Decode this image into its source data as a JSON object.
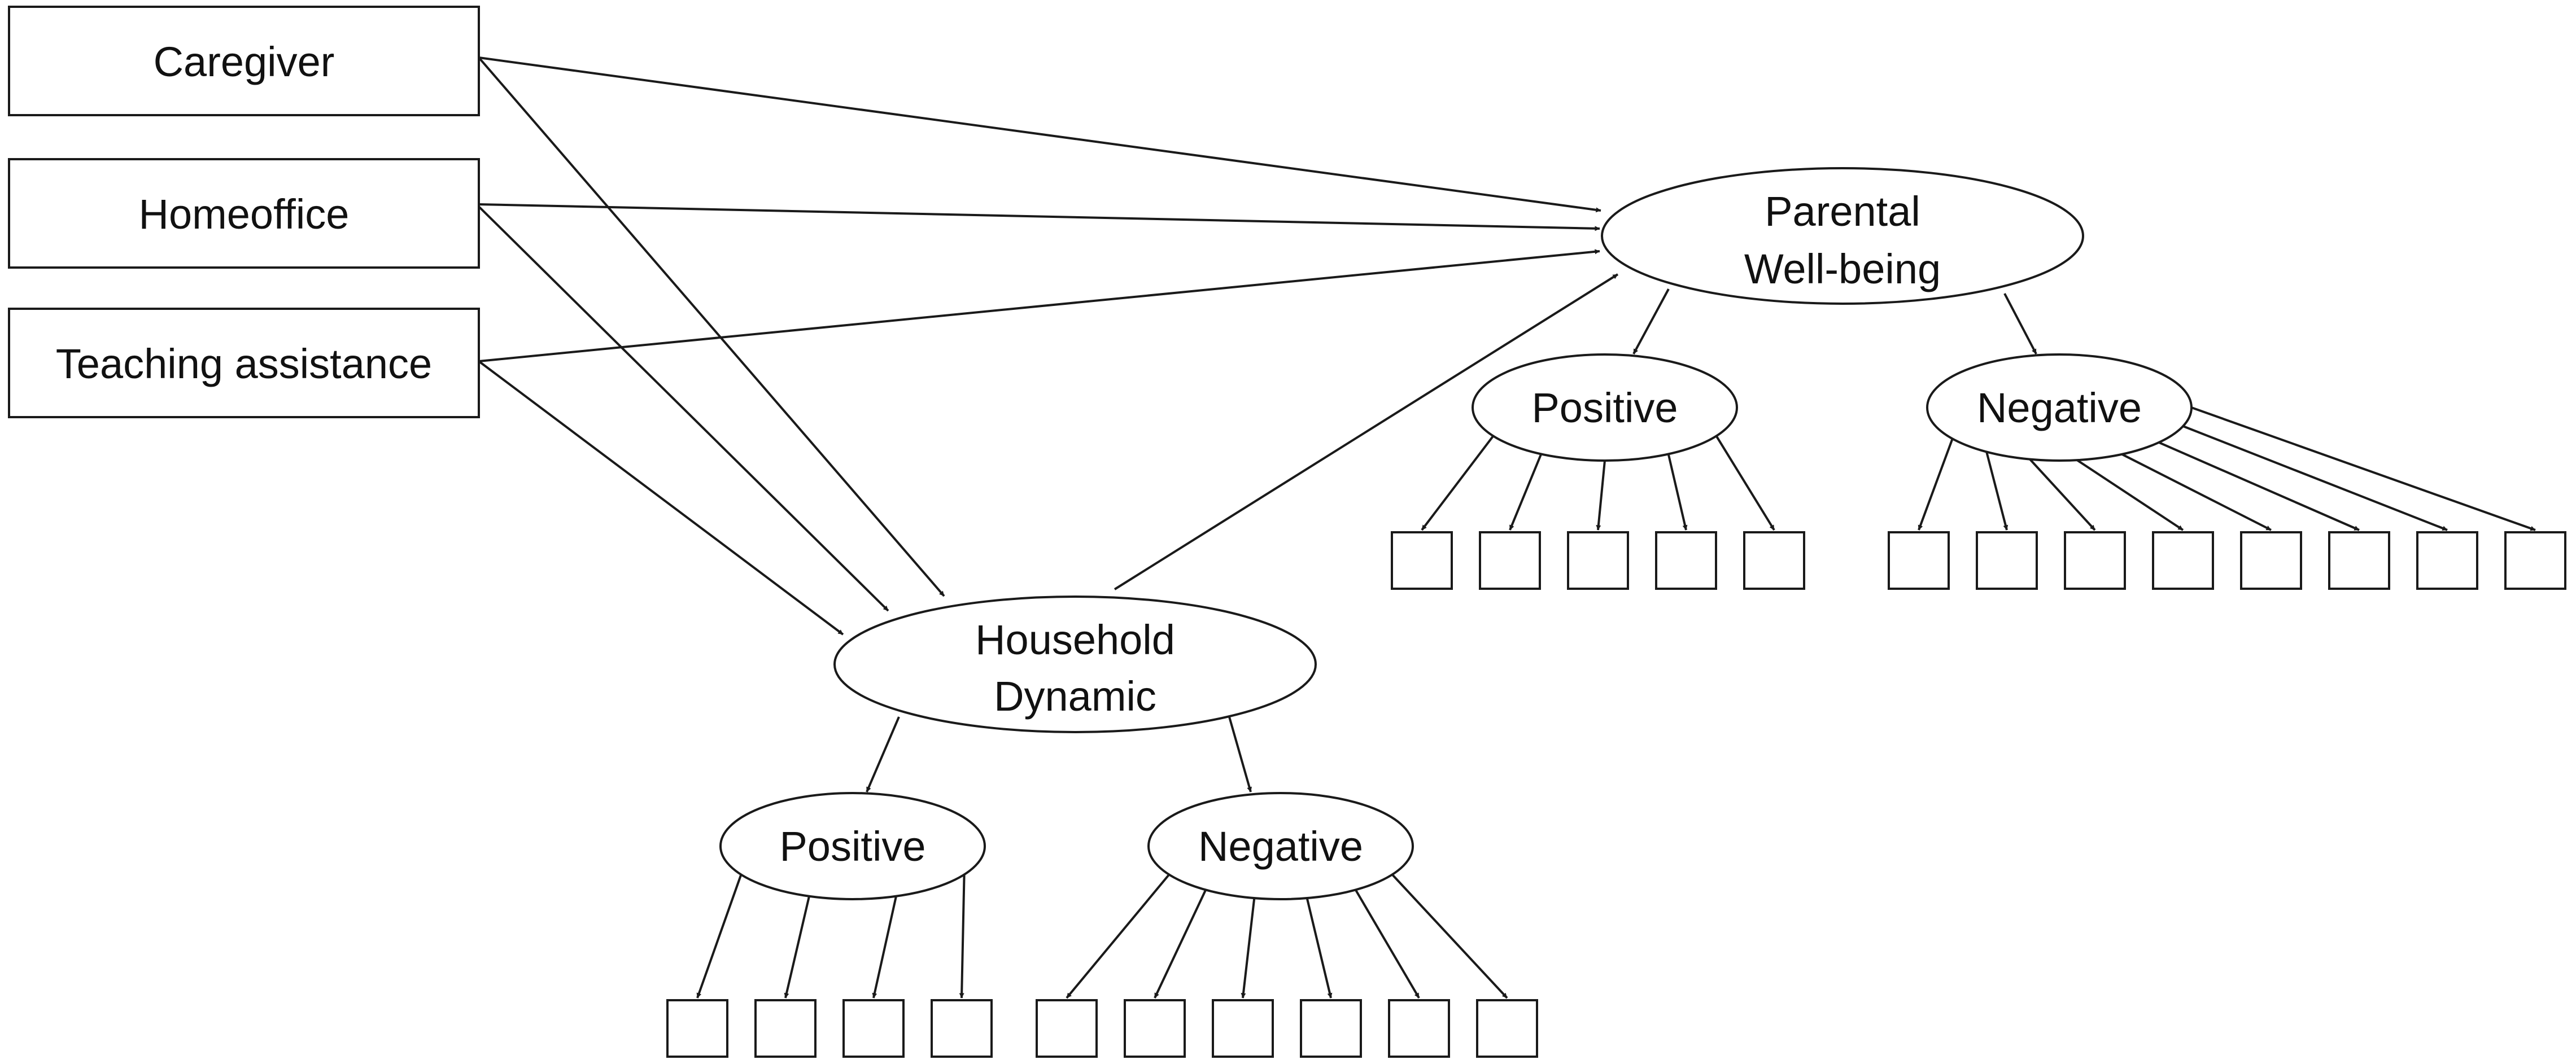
{
  "predictors": [
    {
      "id": "caregiver",
      "label": "Caregiver"
    },
    {
      "id": "homeoffice",
      "label": "Homeoffice"
    },
    {
      "id": "teaching",
      "label": "Teaching assistance"
    }
  ],
  "latent": {
    "parental": {
      "line1": "Parental",
      "line2": "Well-being"
    },
    "household": {
      "line1": "Household",
      "line2": "Dynamic"
    }
  },
  "factors": {
    "parental_positive": {
      "label": "Positive",
      "indicators": 5
    },
    "parental_negative": {
      "label": "Negative",
      "indicators": 8
    },
    "household_positive": {
      "label": "Positive",
      "indicators": 4
    },
    "household_negative": {
      "label": "Negative",
      "indicators": 6
    }
  },
  "paths": [
    [
      "caregiver",
      "parental"
    ],
    [
      "homeoffice",
      "parental"
    ],
    [
      "teaching",
      "parental"
    ],
    [
      "caregiver",
      "household"
    ],
    [
      "homeoffice",
      "household"
    ],
    [
      "teaching",
      "household"
    ],
    [
      "household",
      "parental"
    ],
    [
      "parental",
      "parental_positive"
    ],
    [
      "parental",
      "parental_negative"
    ],
    [
      "household",
      "household_positive"
    ],
    [
      "household",
      "household_negative"
    ]
  ]
}
